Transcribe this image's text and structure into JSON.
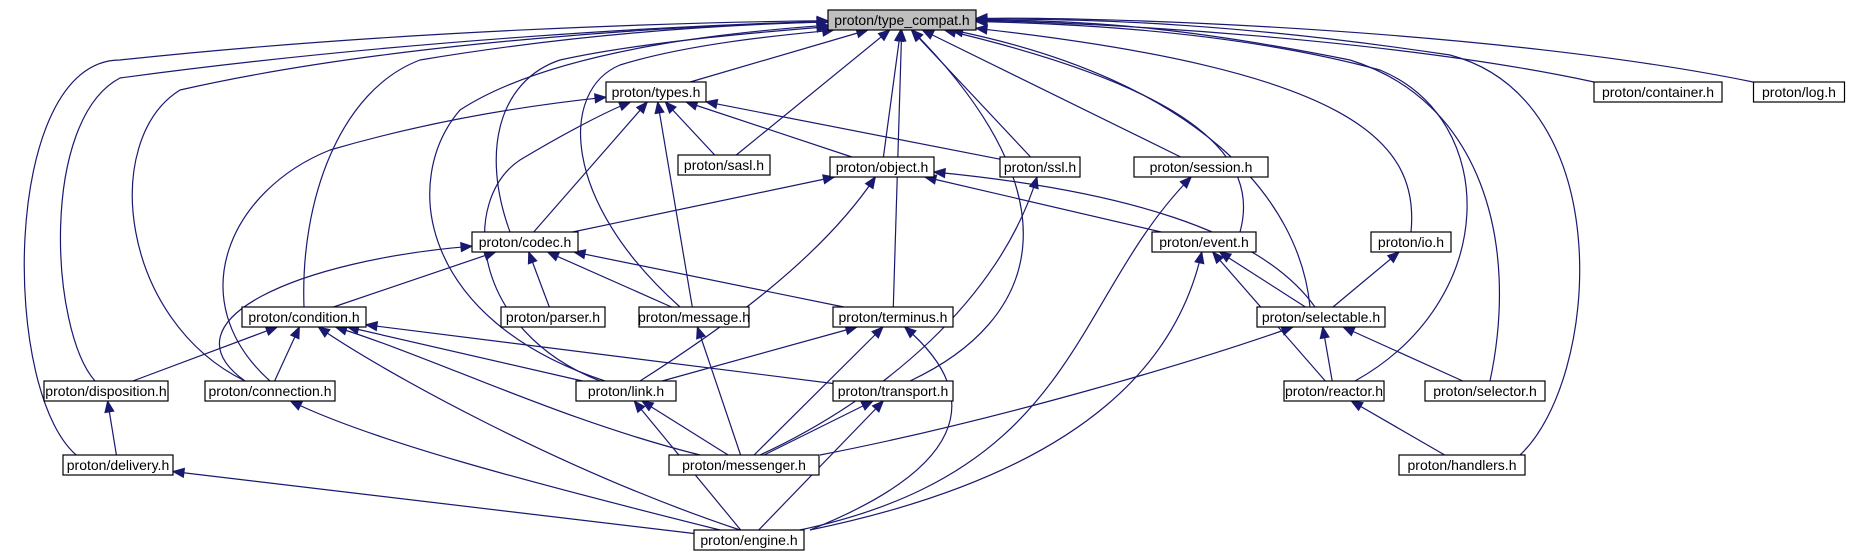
{
  "colors": {
    "edge": "#191970",
    "root_fill": "#bfbfbf",
    "node_fill": "#ffffff",
    "node_border": "#000000"
  },
  "nodes": [
    {
      "id": "type_compat",
      "label": "proton/type_compat.h",
      "root": true
    },
    {
      "id": "types",
      "label": "proton/types.h"
    },
    {
      "id": "container",
      "label": "proton/container.h"
    },
    {
      "id": "log",
      "label": "proton/log.h"
    },
    {
      "id": "sasl",
      "label": "proton/sasl.h"
    },
    {
      "id": "object",
      "label": "proton/object.h"
    },
    {
      "id": "ssl",
      "label": "proton/ssl.h"
    },
    {
      "id": "session",
      "label": "proton/session.h"
    },
    {
      "id": "codec",
      "label": "proton/codec.h"
    },
    {
      "id": "event",
      "label": "proton/event.h"
    },
    {
      "id": "io",
      "label": "proton/io.h"
    },
    {
      "id": "condition",
      "label": "proton/condition.h"
    },
    {
      "id": "parser",
      "label": "proton/parser.h"
    },
    {
      "id": "message",
      "label": "proton/message.h"
    },
    {
      "id": "terminus",
      "label": "proton/terminus.h"
    },
    {
      "id": "selectable",
      "label": "proton/selectable.h"
    },
    {
      "id": "disposition",
      "label": "proton/disposition.h"
    },
    {
      "id": "connection",
      "label": "proton/connection.h"
    },
    {
      "id": "link",
      "label": "proton/link.h"
    },
    {
      "id": "transport",
      "label": "proton/transport.h"
    },
    {
      "id": "reactor",
      "label": "proton/reactor.h"
    },
    {
      "id": "selector",
      "label": "proton/selector.h"
    },
    {
      "id": "delivery",
      "label": "proton/delivery.h"
    },
    {
      "id": "messenger",
      "label": "proton/messenger.h"
    },
    {
      "id": "handlers",
      "label": "proton/handlers.h"
    },
    {
      "id": "engine",
      "label": "proton/engine.h"
    }
  ],
  "edges": [
    [
      "types",
      "type_compat"
    ],
    [
      "container",
      "type_compat"
    ],
    [
      "log",
      "type_compat"
    ],
    [
      "sasl",
      "type_compat"
    ],
    [
      "object",
      "type_compat"
    ],
    [
      "ssl",
      "type_compat"
    ],
    [
      "session",
      "type_compat"
    ],
    [
      "codec",
      "type_compat"
    ],
    [
      "event",
      "type_compat"
    ],
    [
      "io",
      "type_compat"
    ],
    [
      "condition",
      "type_compat"
    ],
    [
      "message",
      "type_compat"
    ],
    [
      "terminus",
      "type_compat"
    ],
    [
      "selectable",
      "type_compat"
    ],
    [
      "disposition",
      "type_compat"
    ],
    [
      "connection",
      "type_compat"
    ],
    [
      "link",
      "type_compat"
    ],
    [
      "transport",
      "type_compat"
    ],
    [
      "reactor",
      "type_compat"
    ],
    [
      "selector",
      "type_compat"
    ],
    [
      "delivery",
      "type_compat"
    ],
    [
      "handlers",
      "type_compat"
    ],
    [
      "sasl",
      "types"
    ],
    [
      "object",
      "types"
    ],
    [
      "ssl",
      "types"
    ],
    [
      "codec",
      "types"
    ],
    [
      "message",
      "types"
    ],
    [
      "connection",
      "types"
    ],
    [
      "link",
      "types"
    ],
    [
      "codec",
      "object"
    ],
    [
      "event",
      "object"
    ],
    [
      "selectable",
      "object"
    ],
    [
      "link",
      "object"
    ],
    [
      "messenger",
      "ssl"
    ],
    [
      "engine",
      "session"
    ],
    [
      "condition",
      "codec"
    ],
    [
      "parser",
      "codec"
    ],
    [
      "message",
      "codec"
    ],
    [
      "terminus",
      "codec"
    ],
    [
      "connection",
      "codec"
    ],
    [
      "selectable",
      "event"
    ],
    [
      "reactor",
      "event"
    ],
    [
      "engine",
      "event"
    ],
    [
      "selectable",
      "io"
    ],
    [
      "disposition",
      "condition"
    ],
    [
      "connection",
      "condition"
    ],
    [
      "link",
      "condition"
    ],
    [
      "transport",
      "condition"
    ],
    [
      "messenger",
      "condition"
    ],
    [
      "engine",
      "condition"
    ],
    [
      "messenger",
      "message"
    ],
    [
      "link",
      "terminus"
    ],
    [
      "messenger",
      "terminus"
    ],
    [
      "engine",
      "terminus"
    ],
    [
      "reactor",
      "selectable"
    ],
    [
      "selector",
      "selectable"
    ],
    [
      "messenger",
      "selectable"
    ],
    [
      "delivery",
      "disposition"
    ],
    [
      "engine",
      "connection"
    ],
    [
      "messenger",
      "link"
    ],
    [
      "engine",
      "link"
    ],
    [
      "messenger",
      "transport"
    ],
    [
      "engine",
      "transport"
    ],
    [
      "handlers",
      "reactor"
    ],
    [
      "engine",
      "delivery"
    ]
  ]
}
